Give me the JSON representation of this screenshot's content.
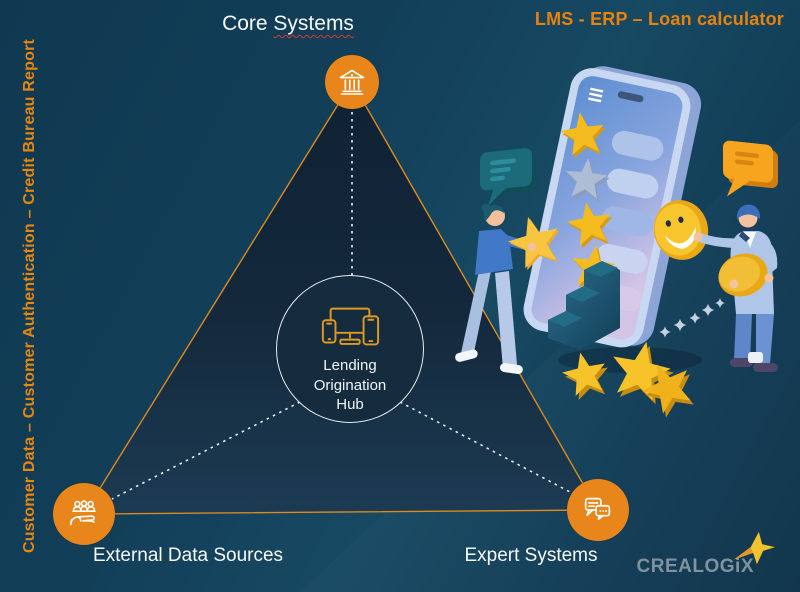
{
  "slide": {
    "background_color": "#123e58",
    "triangle_fill": "#13293c",
    "accent_orange": "#e8861b",
    "label_color": "#f7f9fa"
  },
  "left_axis_label": "Customer Data – Customer Authentication – Credit Bureau Report",
  "top_right_label": "LMS  - ERP – Loan calculator",
  "nodes": {
    "core": {
      "label_part1": "Core ",
      "label_part2": "Systems",
      "icon": "bank-icon"
    },
    "external_data": {
      "label": "External Data Sources",
      "icon": "people-in-hand-icon"
    },
    "expert": {
      "label": "Expert Systems",
      "icon": "chat-bubbles-icon"
    },
    "hub": {
      "label": "Lending Origination Hub",
      "icon": "multi-device-icon"
    }
  },
  "illustration": {
    "name": "mobile-app-rating-scene"
  },
  "logo": {
    "text": "CREALOGiX",
    "star_color": "#f2c230",
    "text_color": "#7e92a2"
  }
}
